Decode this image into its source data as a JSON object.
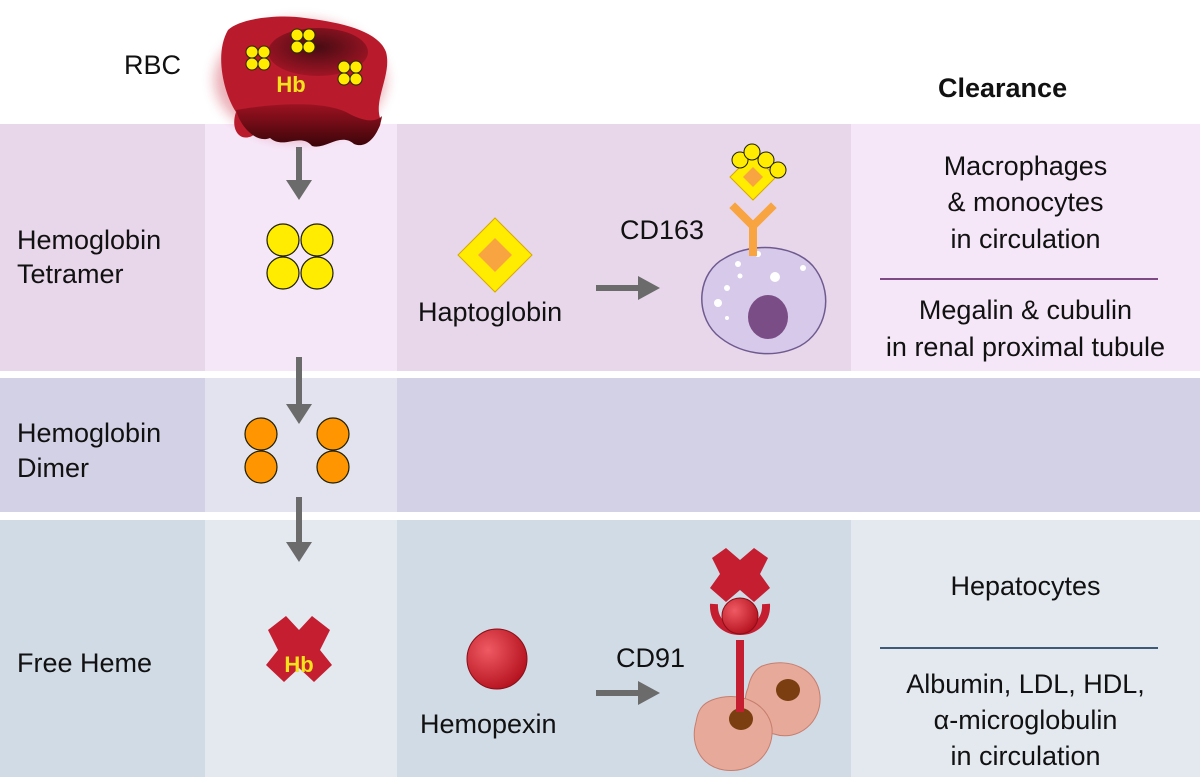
{
  "header": {
    "rbc_label": "RBC",
    "rbc_hb_label": "Hb",
    "clearance_title": "Clearance"
  },
  "rows": {
    "tetramer": {
      "label_line1": "Hemoglobin",
      "label_line2": "Tetramer",
      "scavenger": "Haptoglobin",
      "receptor": "CD163",
      "clearance_primary": [
        "Macrophages",
        "& monocytes",
        "in circulation"
      ],
      "clearance_secondary": [
        "Megalin & cubulin",
        "in renal proximal tubule"
      ]
    },
    "dimer": {
      "label_line1": "Hemoglobin",
      "label_line2": "Dimer"
    },
    "heme": {
      "label": "Free Heme",
      "heme_hb_label": "Hb",
      "scavenger": "Hemopexin",
      "receptor": "CD91",
      "clearance_primary": [
        "Hepatocytes"
      ],
      "clearance_secondary": [
        "Albumin, LDL, HDL,",
        "α-microglobulin",
        "in circulation"
      ]
    }
  },
  "colors": {
    "tetramer_band": "#e8d6ea",
    "tetramer_band_light": "#f5e6f7",
    "dimer_band": "#d3d0e5",
    "dimer_band_light": "#e3e3ef",
    "heme_band": "#d0dae6",
    "heme_band_light": "#e3e9f0",
    "hemoglobin_yellow": "#ffec00",
    "dimer_orange": "#ff9500",
    "heme_red": "#c41e30",
    "arrow_gray": "#6b6b6b",
    "macrophage_purple": "#d5c8e8",
    "hepatocyte_pink": "#e6a898"
  }
}
